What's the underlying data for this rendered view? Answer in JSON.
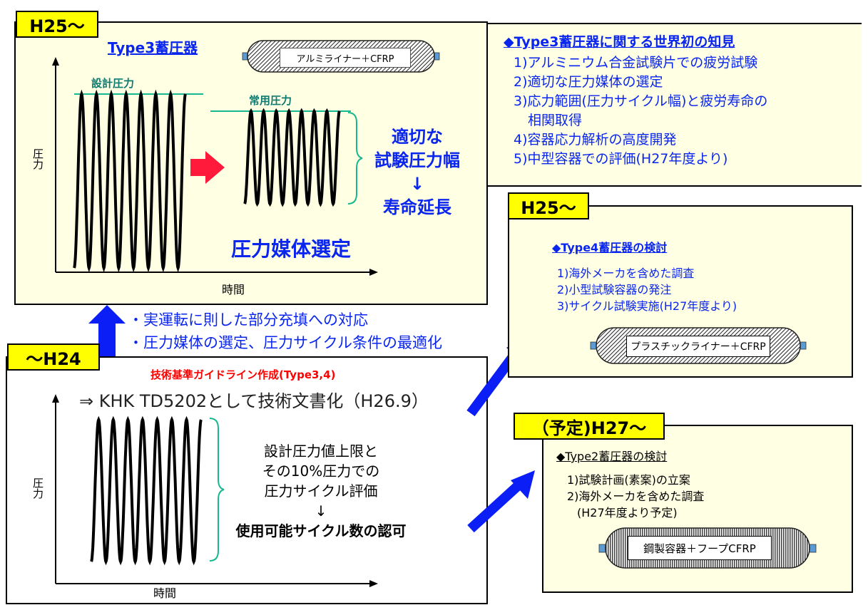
{
  "colors": {
    "tag_bg": "#ffff00",
    "panel_bg": "#ffffe3",
    "heading_blue": "#0a26ee",
    "pressure_line": "#17b890",
    "arrow_blue": "#0a1ef5",
    "arrow_red": "#ff1a3c",
    "guideline_red": "#ff0000"
  },
  "panel_h25_type3": {
    "tag": "H25～",
    "title": "Type3蓄圧器",
    "vessel_label": "アルミライナー＋CFRP",
    "design_pressure": "設計圧力",
    "normal_pressure": "常用圧力",
    "right_text": [
      "適切な",
      "試験圧力幅",
      "↓",
      "寿命延長"
    ],
    "media_selection": "圧力媒体選定",
    "y_axis": "圧力",
    "x_axis": "時間"
  },
  "findings": {
    "title": "◆Type3蓄圧器に関する世界初の知見",
    "items": [
      "1)アルミニウム合金試験片での疲労試験",
      "2)適切な圧力媒体の選定",
      "3)応力範囲(圧力サイクル幅)と疲労寿命の",
      "相関取得",
      "4)容器応力解析の高度開発",
      "5)中型容器での評価(H27年度より)"
    ]
  },
  "transition": {
    "lines": [
      "・実運転に則した部分充填への対応",
      "・圧力媒体の選定、圧力サイクル条件の最適化"
    ]
  },
  "panel_h24": {
    "tag": "～H24",
    "guideline": "技術基準ガイドライン作成(Type3,4)",
    "document": "⇒ KHK TD5202として技術文書化（H26.9）",
    "eval_lines": [
      "設計圧力値上限と",
      "その10%圧力での",
      "圧力サイクル評価",
      "↓"
    ],
    "approval": "使用可能サイクル数の認可",
    "y_axis": "圧力",
    "x_axis": "時間"
  },
  "panel_h25_type4": {
    "tag": "H25～",
    "title": "◆Type4蓄圧器の検討",
    "items": [
      "1)海外メーカを含めた調査",
      "2)小型試験容器の発注",
      "3)サイクル試験実施(H27年度より)"
    ],
    "vessel_label": "プラスチックライナー＋CFRP"
  },
  "panel_h27_type2": {
    "tag": "（予定)H27～",
    "title": "◆Type2蓄圧器の検討",
    "items": [
      "1)試験計画(素案)の立案",
      "2)海外メーカを含めた調査",
      "(H27年度より予定)"
    ],
    "vessel_label": "鋼製容器＋フープCFRP"
  }
}
